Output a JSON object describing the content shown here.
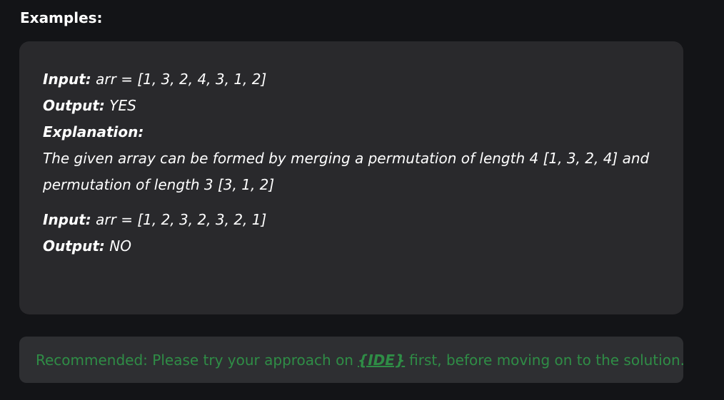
{
  "section": {
    "heading": "Examples:"
  },
  "examples": [
    {
      "input_label": "Input:",
      "input_value": " arr = [1, 3, 2, 4, 3, 1, 2]",
      "output_label": "Output:",
      "output_value": " YES",
      "explanation_label": "Explanation:",
      "explanation_text": "The given array can be formed by merging a permutation of length 4 [1, 3, 2, 4] and permutation of length 3 [3, 1, 2]"
    },
    {
      "input_label": "Input:",
      "input_value": " arr = [1, 2, 3, 2, 3, 2, 1]",
      "output_label": "Output:",
      "output_value": " NO"
    }
  ],
  "recommendation": {
    "prefix": "Recommended: Please try your approach on",
    "link_label": "{IDE}",
    "suffix": "first, before moving on to the solution."
  },
  "colors": {
    "background": "#131417",
    "panel": "#29292c",
    "recommend_panel": "#2e2f32",
    "accent_green": "#2f8d46",
    "text": "#ffffff"
  }
}
